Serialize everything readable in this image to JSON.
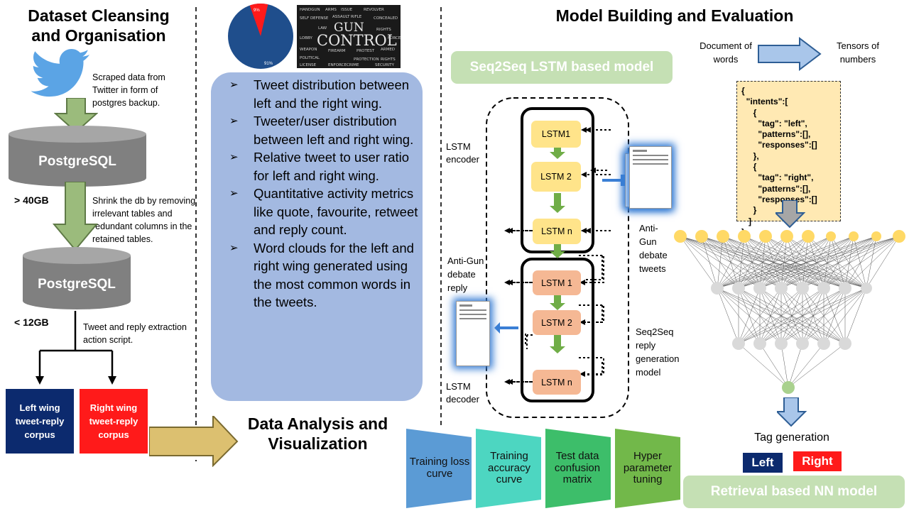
{
  "left": {
    "title_line1": "Dataset Cleansing",
    "title_line2": "and Organisation",
    "scrape_text": "Scraped data from Twitter in form of postgres backup.",
    "db1_label": "PostgreSQL",
    "db1_size": "> 40GB",
    "shrink_text": "Shrink the db by removing irrelevant tables and redundant columns in the retained tables.",
    "db2_label": "PostgreSQL",
    "db2_size": "< 12GB",
    "extract_text": "Tweet and reply extraction action script.",
    "left_corpus": "Left wing tweet-reply corpus",
    "right_corpus": "Right wing tweet-reply corpus",
    "colors": {
      "db_gray": "#808080",
      "left_corpus": "#0c2a6e",
      "right_corpus": "#ff1a1a",
      "green_arrow": "#9bbb7c"
    }
  },
  "middle": {
    "pie": {
      "pct_small": "9%",
      "pct_large": "91%",
      "values": [
        9,
        91
      ],
      "colors": [
        "#ff1a1a",
        "#1f4e8c"
      ]
    },
    "wordcloud": {
      "main_word": "GUN",
      "main_word2": "CONTROL",
      "words": [
        "HANDGUN",
        "ARMS",
        "ISSUE",
        "REVOLVER",
        "SELF DEFENSE",
        "ASSAULT RIFLE",
        "CONCEALED",
        "LAW",
        "RIGHTS",
        "LOBBY",
        "WEAPON",
        "FIREARM",
        "PROTEST",
        "ARMED",
        "POLITICAL",
        "PROTECTION",
        "RIGHTS",
        "LICENSE",
        "ENFORCE",
        "CRIME",
        "SECURITY",
        "FORCED"
      ]
    },
    "bullets": [
      "Tweet distribution between left and the right wing.",
      "Tweeter/user distribution between left and right wing.",
      "Relative tweet to user ratio for left and right wing.",
      "Quantitative activity metrics like quote, favourite, retweet and reply count.",
      "Word clouds for the left and right wing generated using the most common words in the tweets."
    ],
    "analysis_title_line1": "Data Analysis and",
    "analysis_title_line2": "Visualization",
    "colors": {
      "bullet_box": "#a3b9e1",
      "big_arrow": "#dcc070"
    }
  },
  "right": {
    "title": "Model Building and Evaluation",
    "seq2seq_label": "Seq2Seq LSTM based model",
    "encoder_label": "LSTM encoder",
    "decoder_label": "LSTM decoder",
    "encoder_cells": [
      "LSTM1",
      "LSTM 2",
      "LSTM n"
    ],
    "decoder_cells": [
      "LSTM 1",
      "LSTM 2",
      "LSTM n"
    ],
    "anti_gun_tweets": "Anti-Gun debate tweets",
    "anti_gun_reply": "Anti-Gun debate reply",
    "seq2seq_reply": "Seq2Seq reply generation model",
    "eval_steps": [
      "Training loss curve",
      "Training accuracy curve",
      "Test data confusion matrix",
      "Hyper parameter tuning"
    ],
    "eval_colors": [
      "#5b9bd5",
      "#4dd6c1",
      "#3dbe6a",
      "#72b84a"
    ],
    "doc_words": "Document of words",
    "tensors": "Tensors of numbers",
    "json_lines": [
      "{",
      "  \"intents\":[",
      "     {",
      "       \"tag\": \"left\",",
      "       \"patterns\":[],",
      "       \"responses\":[]",
      "     },",
      "     {",
      "       \"tag\": \"right\",",
      "       \"patterns\":[],",
      "       \"responses\":[]",
      "     }",
      "   ]",
      "}"
    ],
    "tag_generation": "Tag generation",
    "left_tag": "Left",
    "right_tag": "Right",
    "nn_label": "Retrieval based NN model",
    "colors": {
      "json_bg": "#ffe9b3",
      "neuron_input": "#ffd966",
      "neuron_hidden": "#d9d9d9",
      "neuron_out": "#a9d18e",
      "left_tag": "#0c2a6e",
      "right_tag": "#ff1a1a"
    }
  }
}
